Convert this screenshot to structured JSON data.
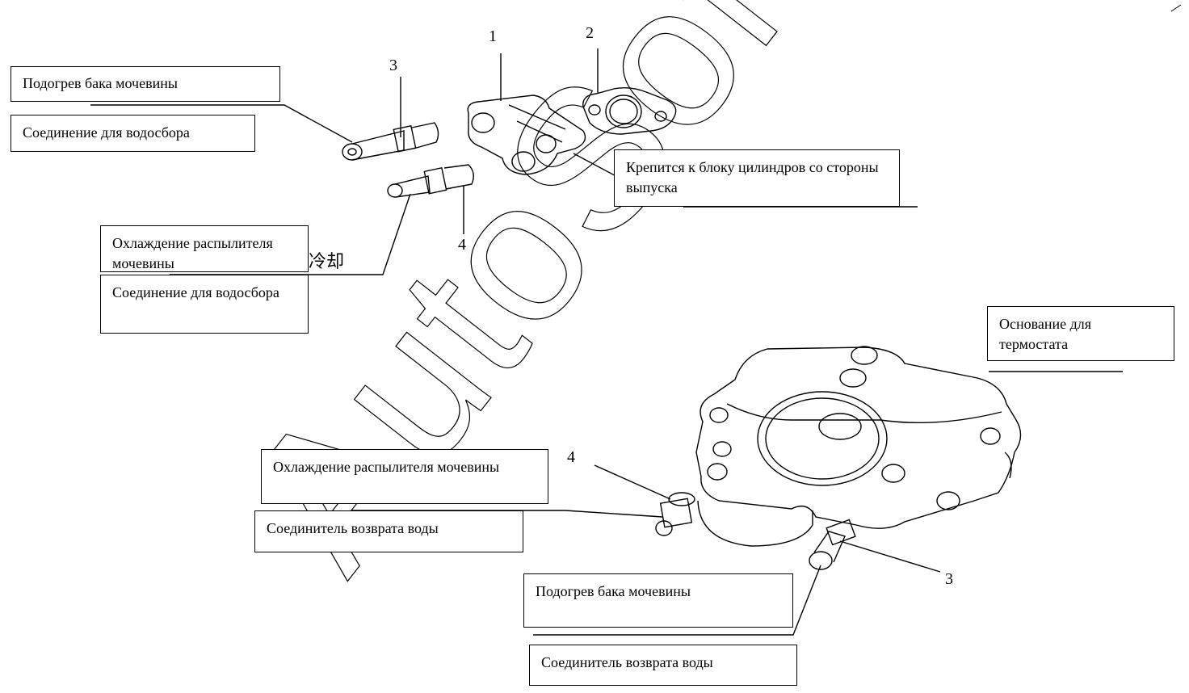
{
  "callouts": {
    "n1": "1",
    "n2": "2",
    "n3_top": "3",
    "n4_top": "4",
    "n4_bottom": "4",
    "n3_bottom": "3"
  },
  "labels": {
    "urea_tank_heating_top": "Подогрев бака мочевины",
    "water_collector_connection_top": "Соединение для водосбора",
    "mounts_to_block": "Крепится к блоку цилиндров со стороны выпуска",
    "urea_injector_cooling_top": "Охлаждение распылителя мочевины",
    "water_collector_connection_mid": "Соединение для водосбора",
    "thermostat_base": "Основание для термостата",
    "urea_injector_cooling_bottom": "Охлаждение распылителя мочевины",
    "water_return_connector_mid": "Соединитель возврата воды",
    "urea_tank_heating_bottom": "Подогрев бака мочевины",
    "water_return_connector_bottom": "Соединитель возврата воды"
  },
  "chinese_fragment": "冷却",
  "watermark": "AutoSoft"
}
